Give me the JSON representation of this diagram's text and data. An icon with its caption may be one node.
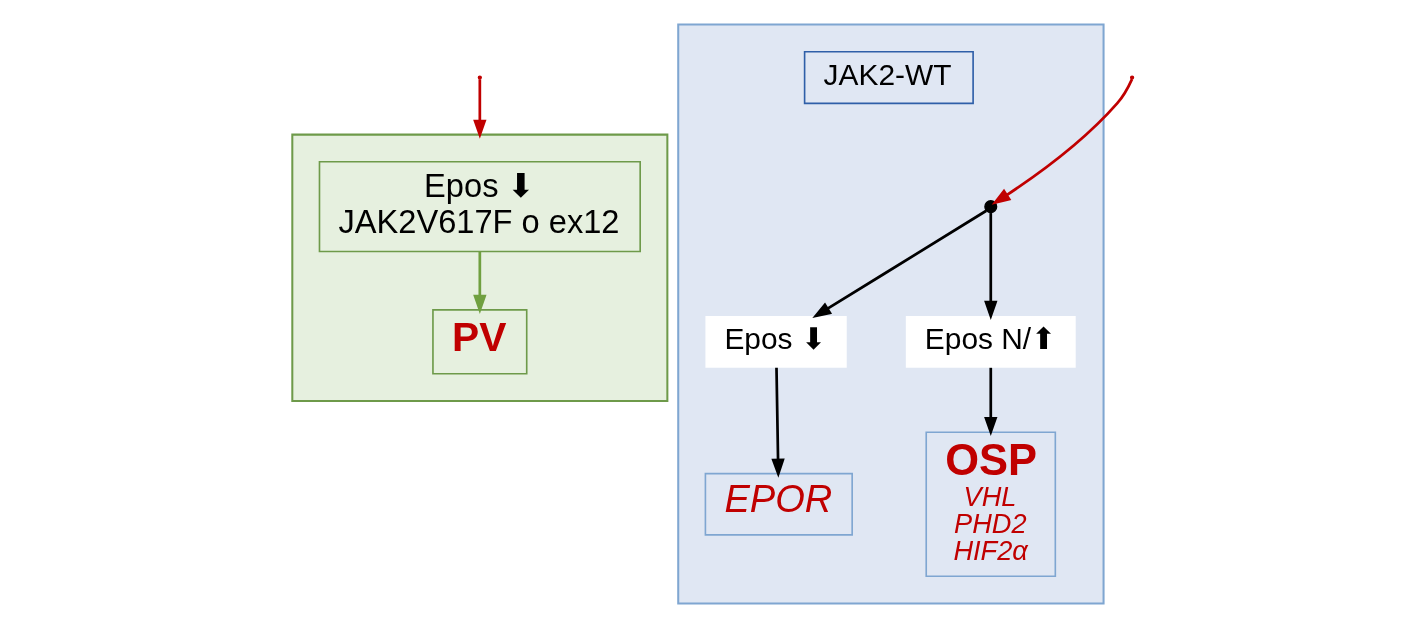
{
  "diagram": {
    "nodes": [
      {
        "text": [],
        "shape": "box"
      },
      {
        "text": [
          "Epos ⬇",
          "JAK2V617F o ex12"
        ],
        "in": 0
      },
      {
        "text": [
          "PV"
        ],
        "in": 0
      },
      {
        "text": [],
        "shape": "box"
      },
      {
        "text": [],
        "shape": "point",
        "in": 3
      },
      {
        "text": [
          "JAK2-WT"
        ],
        "in": 3
      },
      {
        "text": [
          "Epos ⬇"
        ],
        "in": 3
      },
      {
        "text": [
          "Epos N/⬆"
        ],
        "in": 3
      },
      {
        "text": [
          "EPOR"
        ],
        "in": 3
      },
      {
        "text": [
          "OSP",
          "VHL PHD2 HIF2α"
        ],
        "in": 3
      }
    ],
    "edges": [
      {
        "from": null,
        "to": 0,
        "arrow": "to",
        "color": "#c00000"
      },
      {
        "from": null,
        "to": 4,
        "arrow": "to",
        "color": "#c00000"
      },
      {
        "from": 4,
        "to": 6,
        "arrow": "to"
      },
      {
        "from": 4,
        "to": 7,
        "arrow": "to"
      },
      {
        "from": 6,
        "to": 8,
        "arrow": "to"
      },
      {
        "from": 7,
        "to": 9,
        "arrow": "to"
      },
      {
        "from": 1,
        "to": 2,
        "arrow": "to",
        "color": "#70a040"
      }
    ]
  }
}
